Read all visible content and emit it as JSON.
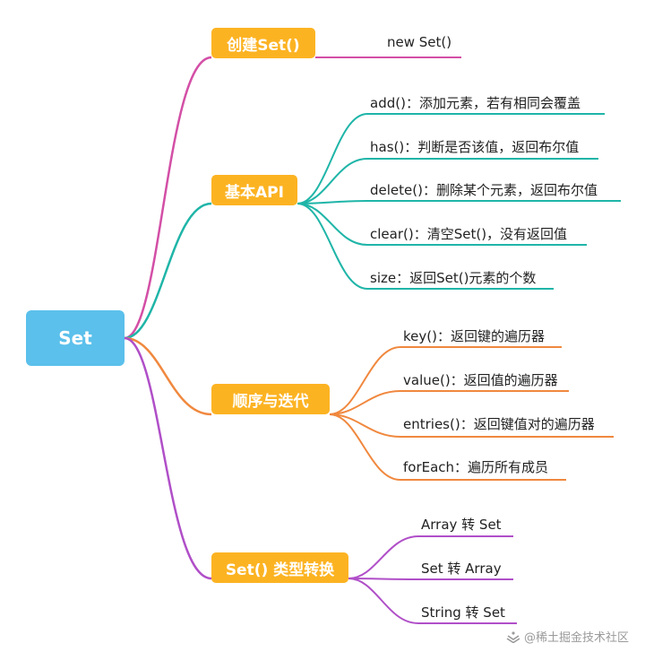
{
  "root": {
    "label": "Set"
  },
  "colors": {
    "root_fill": "#5bc0eb",
    "branch_fill": "#fcb322",
    "branch_text": "#ffffff",
    "line_create": "#d34fa6",
    "line_api": "#1fb5a8",
    "line_iter": "#f0883e",
    "line_convert": "#b04fc8"
  },
  "branches": [
    {
      "label": "创建Set()",
      "items": [
        "new Set()"
      ]
    },
    {
      "label": "基本API",
      "items": [
        "add()：添加元素，若有相同会覆盖",
        "has()：判断是否该值，返回布尔值",
        "delete()：删除某个元素，返回布尔值",
        "clear()：清空Set()，没有返回值",
        "size：返回Set()元素的个数"
      ]
    },
    {
      "label": "顺序与迭代",
      "items": [
        "key()：返回键的遍历器",
        "value()：返回值的遍历器",
        "entries()：返回键值对的遍历器",
        "forEach：遍历所有成员"
      ]
    },
    {
      "label": "Set() 类型转换",
      "items": [
        "Array 转 Set",
        "Set 转 Array",
        "String 转 Set"
      ]
    }
  ],
  "watermark": {
    "text": "@稀土掘金技术社区",
    "icon": "juejin-logo-icon"
  }
}
